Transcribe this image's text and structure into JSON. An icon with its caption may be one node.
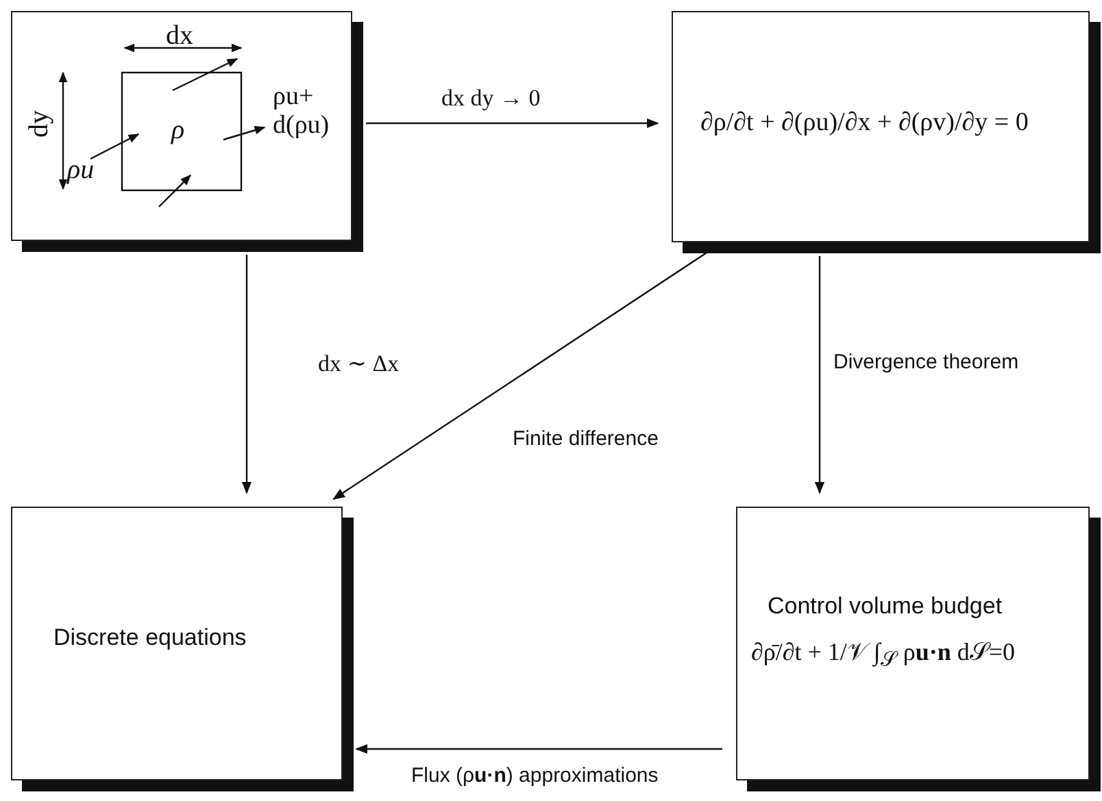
{
  "diagram": {
    "nodes": [
      {
        "text": [
          "dx",
          "dy",
          "ρ",
          "ρu",
          "ρu+ d(ρu)"
        ]
      },
      {
        "text": [
          "∂ρ/∂t + ∂(ρu)/∂x + ∂(ρv)/∂y = 0"
        ]
      },
      {
        "text": [
          "Discrete equations"
        ]
      },
      {
        "text": [
          "Control volume budget",
          "∂ρ̄/∂t + 1/𝒱 ∫$_{𝒮}$ ρ**u·n** d𝒮=0"
        ]
      }
    ],
    "edges": [
      {
        "from": 0,
        "to": 1,
        "arrow": "to",
        "label": "dx dy → 0"
      },
      {
        "from": 0,
        "to": 2,
        "arrow": "to",
        "label": "dx ∼ Δx"
      },
      {
        "from": 1,
        "to": 2,
        "arrow": "to",
        "label": "Finite difference"
      },
      {
        "from": 1,
        "to": 3,
        "arrow": "to",
        "label": "Divergence theorem"
      },
      {
        "from": 3,
        "to": 2,
        "arrow": "to",
        "label": "Flux (ρ**u·n**) approximations"
      }
    ]
  }
}
